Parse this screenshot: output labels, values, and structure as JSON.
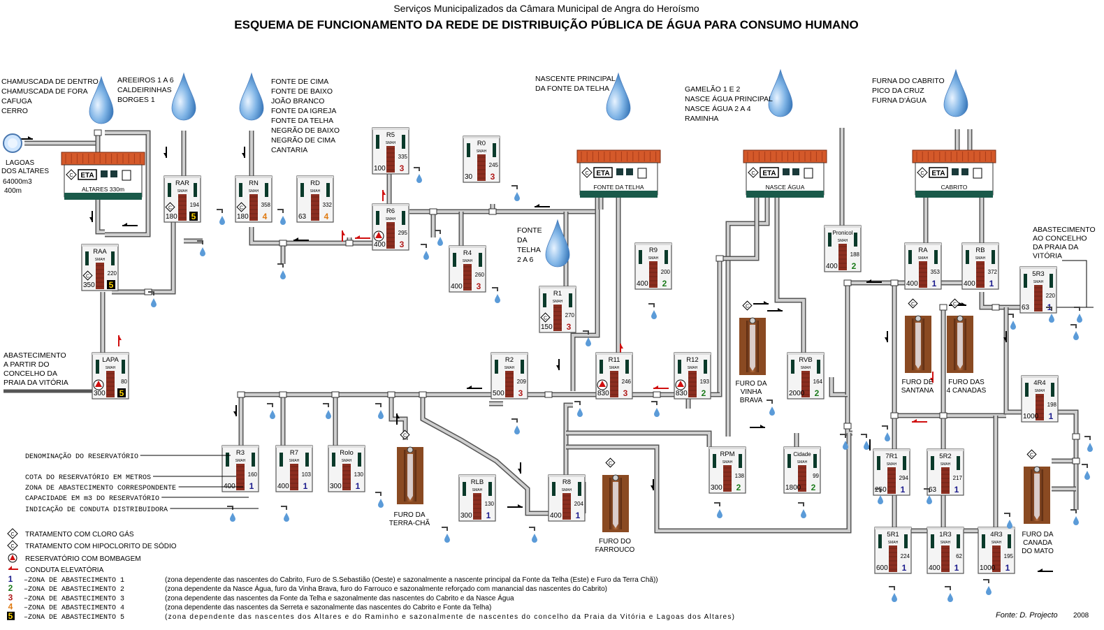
{
  "header": {
    "org": "Serviços Municipalizados da Câmara Municipal de Angra do Heroísmo",
    "title": "ESQUEMA DE FUNCIONAMENTO DA REDE DE DISTRIBUIÇÃO PÚBLICA DE ÁGUA PARA CONSUMO HUMANO"
  },
  "colors": {
    "zone1": "#1a1a8c",
    "zone2": "#1a7a1a",
    "zone3": "#b01a1a",
    "zone4": "#e07a10",
    "zone5": "#000000",
    "pipe": "#9a9a9a",
    "roof": "#d4592a",
    "drop": "#5b9bd8",
    "brick": "#8b2e20"
  },
  "sources": [
    {
      "id": "src-altares",
      "lines": [
        "CHAMUSCADA DE DENTRO",
        "CHAMUSCADA DE FORA",
        "CAFUGA",
        "CERRO"
      ]
    },
    {
      "id": "src-areeiros",
      "lines": [
        "AREEIROS 1 A 6",
        "CALDEIRINHAS",
        "BORGES 1"
      ]
    },
    {
      "id": "src-fontecima",
      "lines": [
        "FONTE DE CIMA",
        "FONTE DE BAIXO",
        "JOÃO BRANCO",
        "FONTE DA IGREJA",
        "FONTE DA TELHA",
        "NEGRÃO DE BAIXO",
        "NEGRÃO DE CIMA",
        "CANTARIA"
      ]
    },
    {
      "id": "src-telha",
      "lines": [
        "NASCENTE PRINCIPAL",
        "DA FONTE DA TELHA"
      ]
    },
    {
      "id": "src-gamelao",
      "lines": [
        "GAMELÃO 1 E 2",
        "NASCE ÁGUA PRINCIPAL",
        "NASCE ÁGUA 2 A 4",
        "RAMINHA"
      ]
    },
    {
      "id": "src-cabrito",
      "lines": [
        "FURNA DO CABRITO",
        "PICO DA CRUZ",
        "FURNA D'ÁGUA"
      ]
    },
    {
      "id": "src-telha26",
      "lines": [
        "FONTE",
        "DA",
        "TELHA",
        "2 A 6"
      ]
    }
  ],
  "lagoas": [
    "LAGOAS",
    "DOS ALTARES",
    "64000m3",
    "400m"
  ],
  "eta": [
    {
      "id": "altares",
      "label": "ETA",
      "name": "ALTARES 330m"
    },
    {
      "id": "telha",
      "label": "ETA",
      "name": "FONTE DA TELHA"
    },
    {
      "id": "nasce",
      "label": "ETA",
      "name": "NASCE ÁGUA"
    },
    {
      "id": "cabrito",
      "label": "ETA",
      "name": "CABRITO"
    }
  ],
  "reservoirs": [
    {
      "name": "RAR",
      "h": "194",
      "cap": "180",
      "zone": "5"
    },
    {
      "name": "RN",
      "h": "358",
      "cap": "180",
      "zone": "4"
    },
    {
      "name": "RD",
      "h": "332",
      "cap": "63",
      "zone": "4"
    },
    {
      "name": "R5",
      "h": "335",
      "cap": "100",
      "zone": "3"
    },
    {
      "name": "R0",
      "h": "245",
      "cap": "30",
      "zone": "3"
    },
    {
      "name": "R6",
      "h": "295",
      "cap": "400",
      "zone": "3"
    },
    {
      "name": "R4",
      "h": "260",
      "cap": "400",
      "zone": "3"
    },
    {
      "name": "RAA",
      "h": "220",
      "cap": "350",
      "zone": "5"
    },
    {
      "name": "LAPA",
      "h": "80",
      "cap": "300",
      "zone": "5"
    },
    {
      "name": "R1",
      "h": "270",
      "cap": "150",
      "zone": "3"
    },
    {
      "name": "R9",
      "h": "200",
      "cap": "400",
      "zone": "2"
    },
    {
      "name": "Pronicol",
      "h": "188",
      "cap": "400",
      "zone": "2"
    },
    {
      "name": "RA",
      "h": "353",
      "cap": "400",
      "zone": "1"
    },
    {
      "name": "RB",
      "h": "372",
      "cap": "400",
      "zone": "1"
    },
    {
      "name": "5R3",
      "h": "220",
      "cap": "63",
      "zone": "1"
    },
    {
      "name": "R2",
      "h": "209",
      "cap": "500",
      "zone": "3"
    },
    {
      "name": "R11",
      "h": "246",
      "cap": "830",
      "zone": "3"
    },
    {
      "name": "R12",
      "h": "193",
      "cap": "830",
      "zone": "2"
    },
    {
      "name": "RVB",
      "h": "164",
      "cap": "2000",
      "zone": "2"
    },
    {
      "name": "4R4",
      "h": "198",
      "cap": "1000",
      "zone": "1"
    },
    {
      "name": "R3",
      "h": "160",
      "cap": "400",
      "zone": "1"
    },
    {
      "name": "R7",
      "h": "103",
      "cap": "400",
      "zone": "1"
    },
    {
      "name": "Rolo",
      "h": "130",
      "cap": "300",
      "zone": "1"
    },
    {
      "name": "RPM",
      "h": "138",
      "cap": "300",
      "zone": "2"
    },
    {
      "name": "Cidade",
      "h": "99",
      "cap": "1800",
      "zone": "2"
    },
    {
      "name": "7R1",
      "h": "294",
      "cap": "250",
      "zone": "1"
    },
    {
      "name": "5R2",
      "h": "217",
      "cap": "63",
      "zone": "1"
    },
    {
      "name": "RLB",
      "h": "130",
      "cap": "300",
      "zone": "1"
    },
    {
      "name": "R8",
      "h": "204",
      "cap": "400",
      "zone": "1"
    },
    {
      "name": "5R1",
      "h": "224",
      "cap": "600",
      "zone": "1"
    },
    {
      "name": "1R3",
      "h": "62",
      "cap": "400",
      "zone": "1"
    },
    {
      "name": "4R3",
      "h": "195",
      "cap": "1000",
      "zone": "1"
    }
  ],
  "smah": "SMAH",
  "boreholes": [
    {
      "id": "vinha",
      "lines": [
        "FURO DA",
        "VINHA",
        "BRAVA"
      ]
    },
    {
      "id": "santana",
      "lines": [
        "FURO DE",
        "SANTANA"
      ]
    },
    {
      "id": "4canadas",
      "lines": [
        "FURO DAS",
        "4 CANADAS"
      ]
    },
    {
      "id": "terracha",
      "lines": [
        "FURO DA",
        "TERRA-CHÃ"
      ]
    },
    {
      "id": "farrouco",
      "lines": [
        "FURO DO",
        "FARROUCO"
      ]
    },
    {
      "id": "canada",
      "lines": [
        "FURO DA",
        "CANADA",
        "DO MATO"
      ]
    }
  ],
  "notes": {
    "lapa_in": [
      "ABASTECIMENTO",
      "A PARTIR DO",
      "CONCELHO DA",
      "PRAIA DA VITÓRIA"
    ],
    "praia_out": [
      "ABASTECIMENTO",
      "AO CONCELHO",
      "DA PRAIA DA",
      "VITÓRIA"
    ]
  },
  "key": [
    "DENOMINAÇÃO DO RESERVATÓRIO",
    "COTA DO RESERVATÓRIO EM METROS",
    "ZONA DE ABASTECIMENTO CORRESPONDENTE",
    "CAPACIDADE EM m3 DO RESERVATÓRIO",
    "INDICAÇÃO DE CONDUTA DISTRIBUIDORA"
  ],
  "legend": {
    "symbols": [
      "TRATAMENTO COM CLORO GÁS",
      "TRATAMENTO COM HIPOCLORITO DE SÓDIO",
      "RESERVATÓRIO COM BOMBAGEM",
      "CONDUTA ELEVATÓRIA"
    ],
    "zones": [
      {
        "n": "1",
        "label": "–ZONA DE ABASTECIMENTO 1",
        "desc": "(zona dependente das nascentes do Cabrito, Furo de S.Sebastião (Oeste) e sazonalmente a nascente principal da Fonte da Telha (Este) e Furo da Terra Chã))"
      },
      {
        "n": "2",
        "label": "–ZONA DE ABASTECIMENTO 2",
        "desc": "(zona dependente da Nasce Água, furo da Vinha Brava, furo do Farrouco e sazonalmente reforçado com manancial das nascentes do Cabrito)"
      },
      {
        "n": "3",
        "label": "–ZONA DE ABASTECIMENTO 3",
        "desc": "(zona dependente das nascentes da Fonte da Telha e sazonalmente das nascentes do Cabrito e da Nasce Água"
      },
      {
        "n": "4",
        "label": "–ZONA DE ABASTECIMENTO 4",
        "desc": "(zona dependente das nascentes da Serreta e sazonalmente das nascentes do Cabrito e Fonte da Telha)"
      },
      {
        "n": "5",
        "label": "–ZONA DE ABASTECIMENTO 5",
        "desc": "(zona dependente das nascentes dos Altares e do Raminho e sazonalmente de nascentes do concelho da Praia da Vitória e Lagoas dos Altares)"
      }
    ]
  },
  "footer": {
    "source": "Fonte: D. Projecto",
    "year": "2008"
  }
}
